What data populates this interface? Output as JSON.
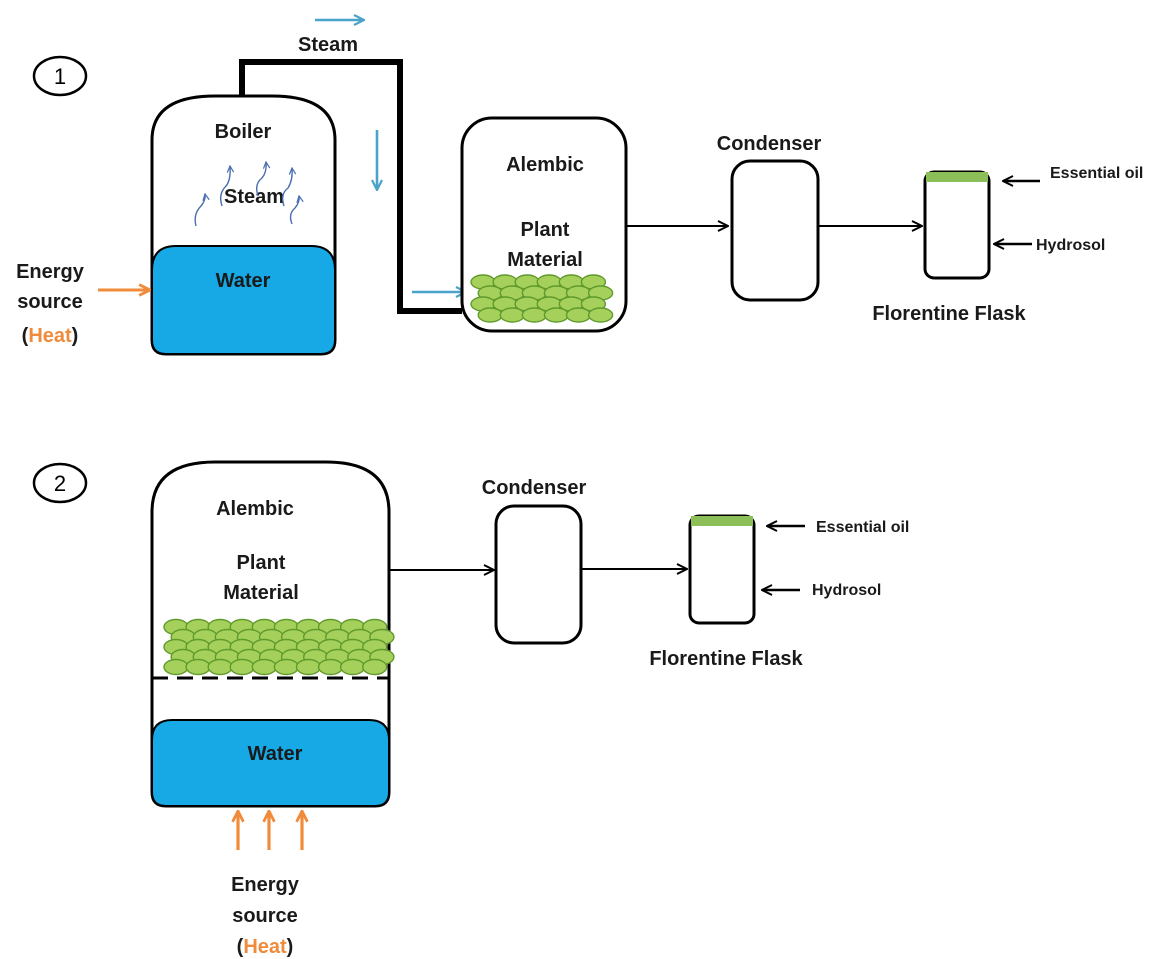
{
  "colors": {
    "water": "#16a9e6",
    "steam_arrow": "#4aa3c8",
    "heat": "#ef8b3a",
    "oil_layer": "#8cbf57",
    "plant_light": "#a6d05c",
    "plant_dark": "#5f9a2c",
    "line": "#000000"
  },
  "section1": {
    "number": "1",
    "steam_top_label": "Steam",
    "boiler": {
      "title": "Boiler",
      "steam_label": "Steam",
      "water_label": "Water"
    },
    "energy": {
      "line1": "Energy",
      "line2": "source",
      "open": "(",
      "heat": "Heat",
      "close": ")"
    },
    "alembic": {
      "title": "Alembic",
      "plant_line1": "Plant",
      "plant_line2": "Material"
    },
    "condenser": "Condenser",
    "flask": {
      "label": "Florentine Flask",
      "oil": "Essential oil",
      "hydrosol": "Hydrosol"
    }
  },
  "section2": {
    "number": "2",
    "alembic": {
      "title": "Alembic",
      "plant_line1": "Plant",
      "plant_line2": "Material",
      "water_label": "Water"
    },
    "energy": {
      "line1": "Energy",
      "line2": "source",
      "open": "(",
      "heat": "Heat",
      "close": ")"
    },
    "condenser": "Condenser",
    "flask": {
      "label": "Florentine Flask",
      "oil": "Essential oil",
      "hydrosol": "Hydrosol"
    }
  }
}
